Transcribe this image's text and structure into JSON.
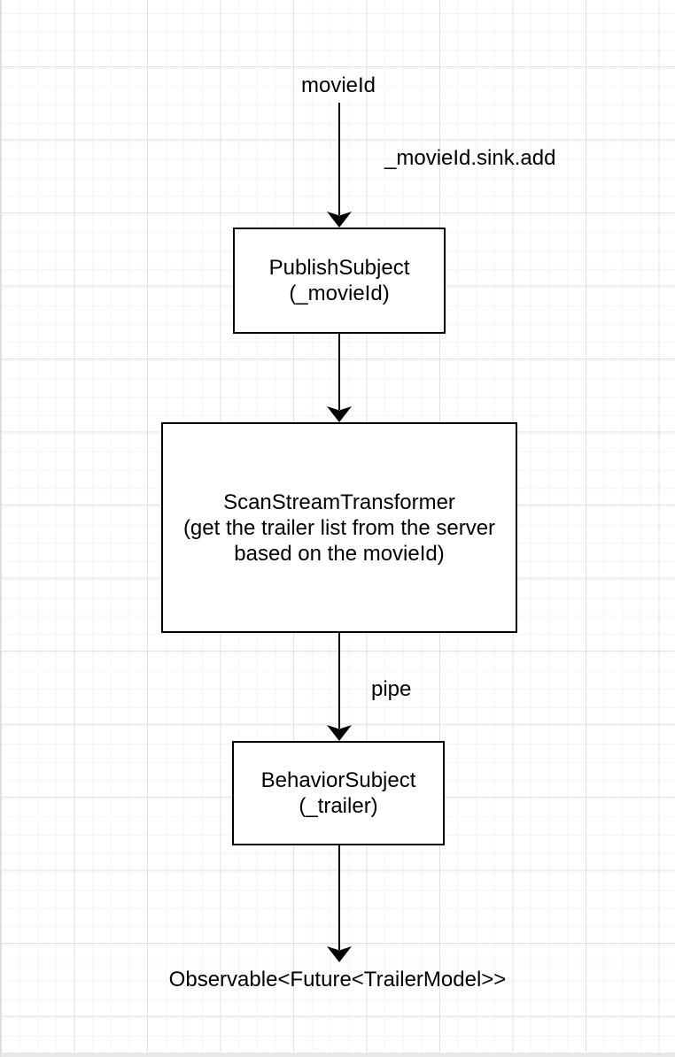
{
  "colors": {
    "shape_stroke": "#000000",
    "shape_fill": "#ffffff",
    "text": "#000000",
    "grid_minor": "#f4f4f4",
    "grid_major": "#e0e0e0",
    "page_edge": "#e8e8e8"
  },
  "diagram": {
    "input_label": "movieId",
    "edge_sink_label": "_movieId.sink.add",
    "publish_subject": {
      "line1": "PublishSubject",
      "line2": "(_movieId)"
    },
    "scan_stream_transformer": {
      "line1": "ScanStreamTransformer",
      "line2": "(get the trailer list from the server",
      "line3": "based on the movieId)"
    },
    "edge_pipe_label": "pipe",
    "behavior_subject": {
      "line1": "BehaviorSubject",
      "line2": "(_trailer)"
    },
    "output_label": "Observable<Future<TrailerModel>>"
  }
}
